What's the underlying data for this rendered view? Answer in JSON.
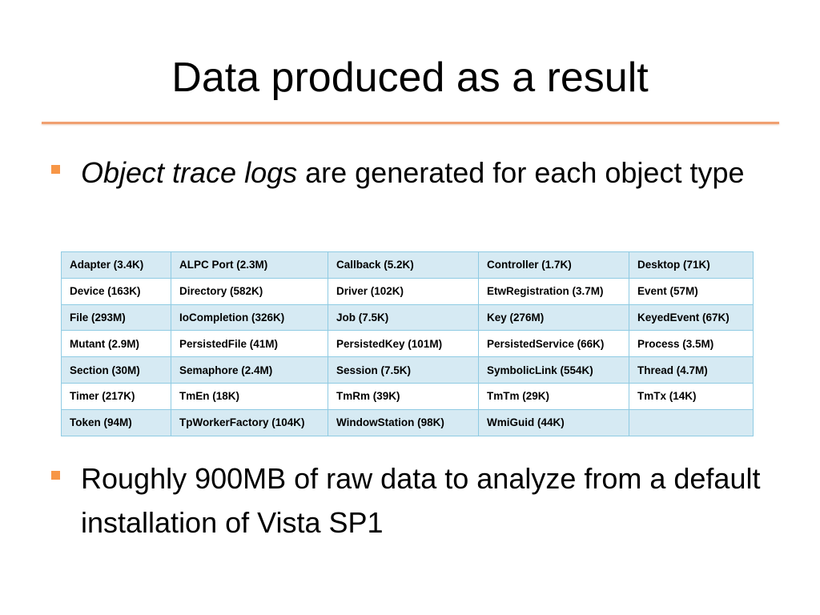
{
  "slide": {
    "title": "Data produced as a result",
    "bullet1": {
      "emphasis": "Object trace logs",
      "rest": " are generated for each object type"
    },
    "bullet2": "Roughly 900MB of raw data to analyze from a default installation of Vista SP1"
  },
  "colors": {
    "accent": "#f79646",
    "rule": "#f0a070",
    "table_border": "#8fcbe3",
    "table_band": "#d6eaf3"
  },
  "table": {
    "rows": [
      [
        "Adapter (3.4K)",
        "ALPC Port (2.3M)",
        "Callback (5.2K)",
        "Controller (1.7K)",
        "Desktop (71K)"
      ],
      [
        "Device (163K)",
        "Directory (582K)",
        "Driver (102K)",
        "EtwRegistration (3.7M)",
        "Event (57M)"
      ],
      [
        "File (293M)",
        "IoCompletion (326K)",
        "Job (7.5K)",
        "Key (276M)",
        "KeyedEvent (67K)"
      ],
      [
        "Mutant (2.9M)",
        "PersistedFile (41M)",
        "PersistedKey (101M)",
        "PersistedService (66K)",
        "Process (3.5M)"
      ],
      [
        "Section (30M)",
        "Semaphore (2.4M)",
        "Session (7.5K)",
        "SymbolicLink (554K)",
        "Thread (4.7M)"
      ],
      [
        "Timer (217K)",
        "TmEn (18K)",
        "TmRm (39K)",
        "TmTm (29K)",
        "TmTx (14K)"
      ],
      [
        "Token (94M)",
        "TpWorkerFactory (104K)",
        "WindowStation (98K)",
        "WmiGuid (44K)",
        ""
      ]
    ]
  }
}
